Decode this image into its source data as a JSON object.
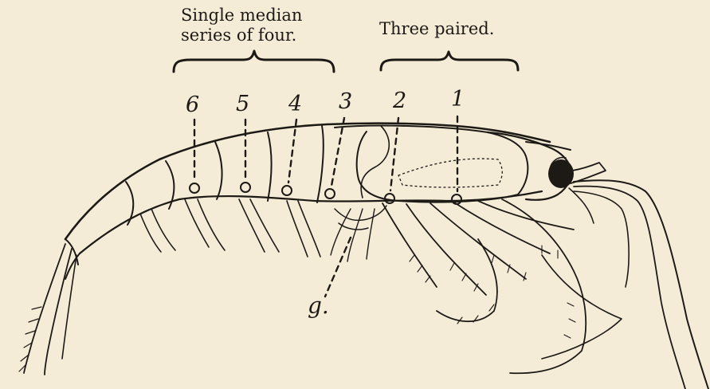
{
  "captions": {
    "left_line1": "Single median",
    "left_line2": "series of four.",
    "right": "Three paired."
  },
  "organ_labels": {
    "n6": "6",
    "n5": "5",
    "n4": "4",
    "n3": "3",
    "n2": "2",
    "n1": "1",
    "g": "g."
  },
  "colors": {
    "paper": "#f5ecd8",
    "ink": "#1d1a16"
  }
}
